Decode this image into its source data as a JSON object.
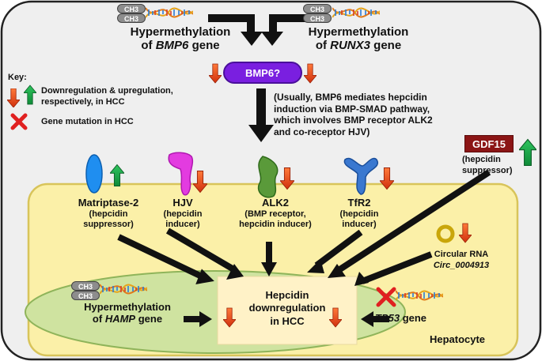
{
  "top": {
    "bmp6_gene": {
      "line1": "Hypermethylation",
      "line2_prefix": "of ",
      "line2_gene": "BMP6",
      "line2_suffix": " gene"
    },
    "runx3_gene": {
      "line1": "Hypermethylation",
      "line2_prefix": "of ",
      "line2_gene": "RUNX3",
      "line2_suffix": " gene"
    },
    "ch3": "CH3"
  },
  "bmp6_pill": "BMP6?",
  "usually_note": [
    "(Usually, BMP6 mediates hepcidin",
    "induction via BMP-SMAD pathway,",
    "which involves BMP receptor ALK2",
    "and co-receptor HJV)"
  ],
  "key": {
    "title": "Key:",
    "arrows_text": [
      "Downregulation & upregulation,",
      "respectively, in HCC"
    ],
    "mutation_text": "Gene mutation in HCC"
  },
  "gdf15": {
    "label": "GDF15",
    "desc": [
      "(hepcidin",
      "suppressor)"
    ]
  },
  "proteins": {
    "matriptase": {
      "name": "Matriptase-2",
      "desc": [
        "(hepcidin",
        "suppressor)"
      ]
    },
    "hjv": {
      "name": "HJV",
      "desc": [
        "(hepcidin",
        "inducer)"
      ]
    },
    "alk2": {
      "name": "ALK2",
      "desc": [
        "(BMP receptor,",
        "hepcidin inducer)"
      ]
    },
    "tfr2": {
      "name": "TfR2",
      "desc": [
        "(hepcidin",
        "inducer)"
      ]
    }
  },
  "circ_rna": {
    "line1": "Circular RNA",
    "line2": "Circ_0004913"
  },
  "nucleus": {
    "hamp": {
      "line1": "Hypermethylation",
      "line2_prefix": "of ",
      "line2_gene": "HAMP",
      "line2_suffix": " gene"
    },
    "hepcidin_box": [
      "Hepcidin",
      "downregulation",
      "in HCC"
    ],
    "tp53": {
      "gene": "TP53",
      "suffix": " gene"
    }
  },
  "hepatocyte_label": "Hepatocyte",
  "colors": {
    "down_arrow": "#e8481c",
    "up_arrow": "#19a34a",
    "pill": "#7a1fe0",
    "gdf15": "#8b1515",
    "cell": "#fbf0a8",
    "nucleus": "#cfe3a0",
    "hepcidin_box": "#fff2c7",
    "outer": "#efefef"
  }
}
